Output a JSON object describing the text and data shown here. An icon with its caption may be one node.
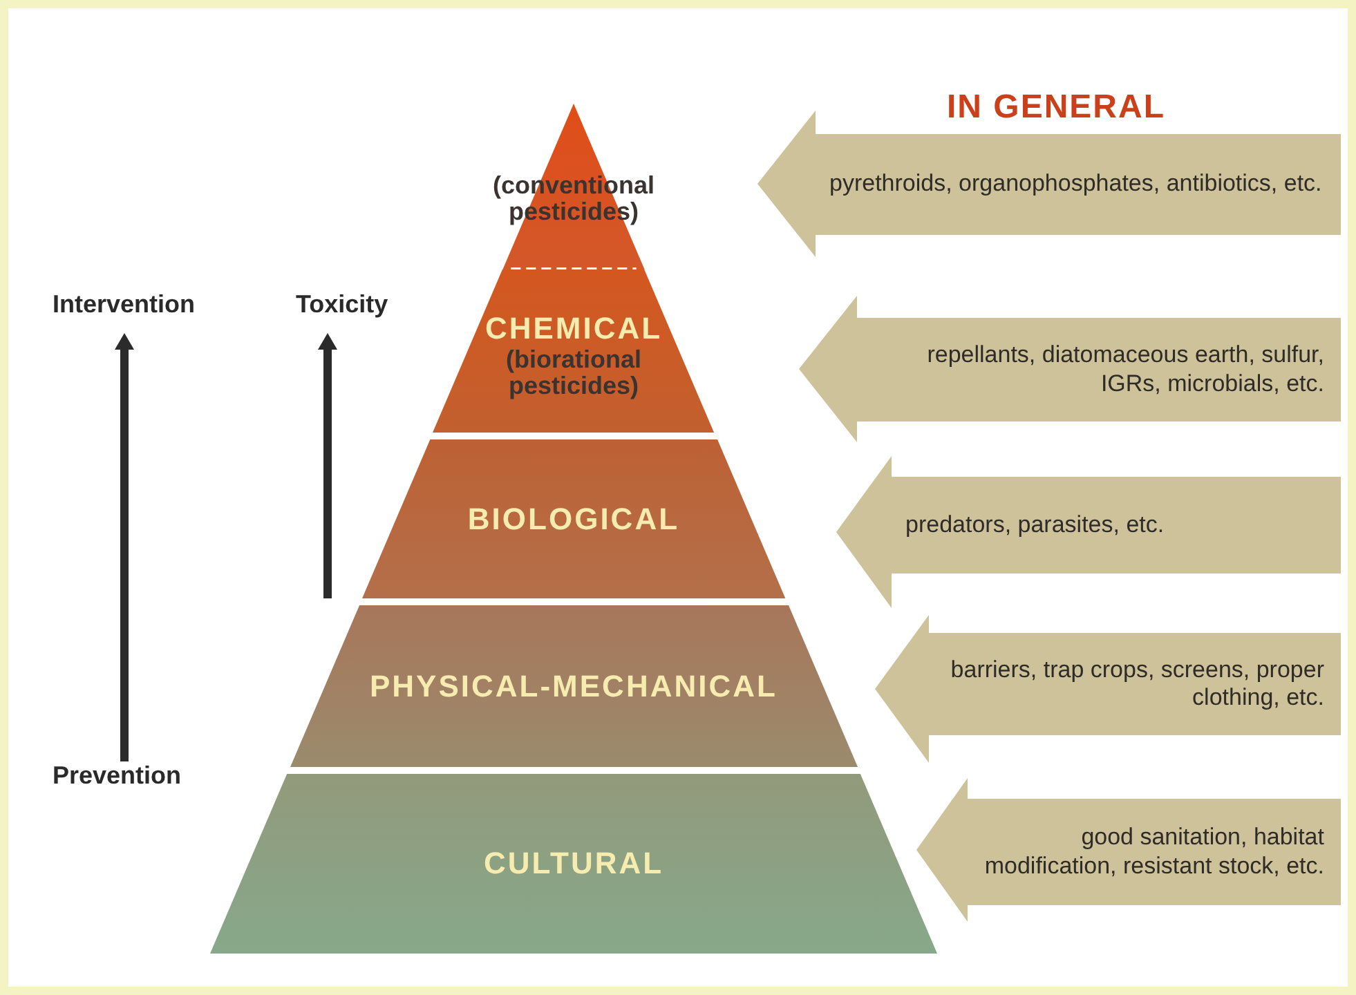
{
  "diagram": {
    "nodes": [
      {
        "text": [
          "(conventional pesticides)"
        ]
      },
      {
        "text": [
          "CHEMICAL",
          "(biorational pesticides)"
        ]
      },
      {
        "text": [
          "BIOLOGICAL"
        ]
      },
      {
        "text": [
          "PHYSICAL-MECHANICAL"
        ]
      },
      {
        "text": [
          "CULTURAL"
        ]
      },
      {
        "text": [
          "pyrethroids, organophosphates, antibiotics, etc."
        ]
      },
      {
        "text": [
          "repellants, diatomaceous earth, sulfur, IGRs, microbials, etc."
        ]
      },
      {
        "text": [
          "predators, parasites, etc."
        ]
      },
      {
        "text": [
          "barriers, trap crops, screens, proper clothing, etc."
        ]
      },
      {
        "text": [
          "good sanitation, habitat modification, resistant stock, etc."
        ]
      }
    ],
    "labels": [
      "IN GENERAL",
      "Intervention",
      "Toxicity",
      "Prevention"
    ]
  }
}
